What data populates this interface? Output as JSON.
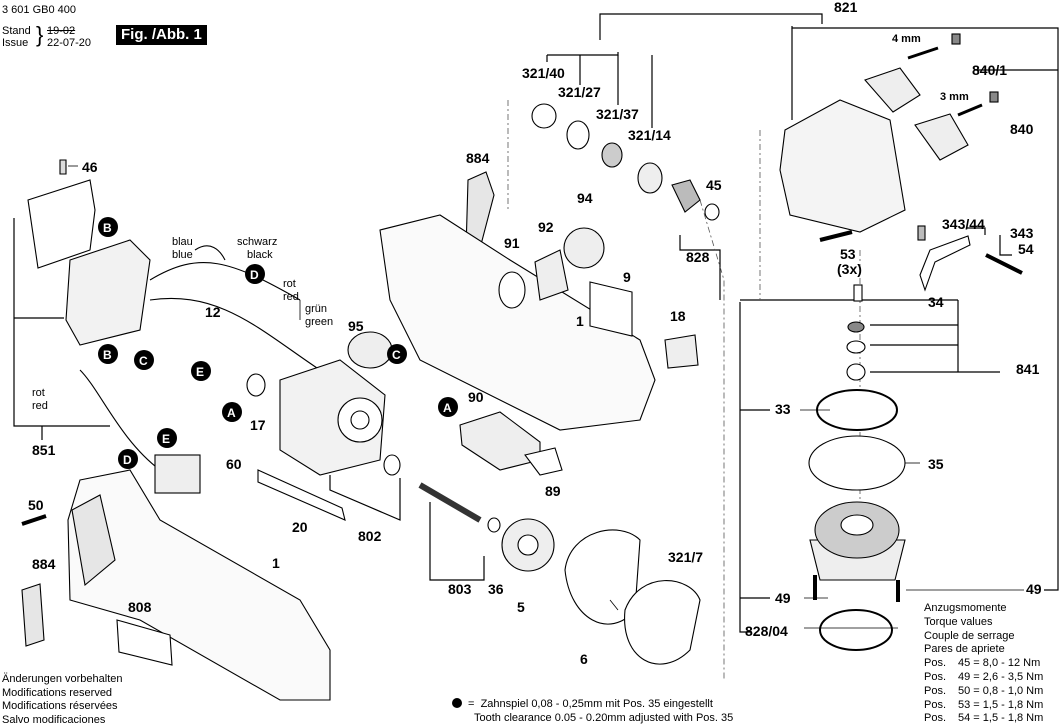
{
  "header": {
    "part_number": "3 601 GB0 400",
    "stand_label": "Stand",
    "issue_label": "Issue",
    "stand_value": "19-02",
    "issue_value": "22-07-20",
    "figure_label": "Fig. /Abb. 1"
  },
  "callouts": {
    "p46": "46",
    "p851": "851",
    "p12": "12",
    "p17": "17",
    "p60": "60",
    "p20": "20",
    "p802": "802",
    "p50": "50",
    "p884a": "884",
    "p884b": "884",
    "p808": "808",
    "p1a": "1",
    "p1b": "1",
    "p95": "95",
    "p90": "90",
    "p89": "89",
    "p803": "803",
    "p36": "36",
    "p5": "5",
    "p6": "6",
    "p321_7": "321/7",
    "p321_40": "321/40",
    "p321_27": "321/27",
    "p321_37": "321/37",
    "p321_14": "321/14",
    "p94": "94",
    "p92": "92",
    "p91": "91",
    "p9": "9",
    "p18": "18",
    "p45": "45",
    "p828": "828",
    "p821": "821",
    "p840_1": "840/1",
    "p840": "840",
    "p343_44": "343/44",
    "p343": "343",
    "p54": "54",
    "p53": "53",
    "p53_qty": "(3x)",
    "p34": "34",
    "p841": "841",
    "p33": "33",
    "p35": "35",
    "p49a": "49",
    "p49b": "49",
    "p828_04": "828/04"
  },
  "dimensions": {
    "pin_4mm": "4 mm",
    "pin_3mm": "3 mm"
  },
  "wire_labels": {
    "blau": "blau",
    "blue": "blue",
    "schwarz": "schwarz",
    "black": "black",
    "rot1": "rot",
    "red1": "red",
    "gruen": "grün",
    "green": "green",
    "rot2": "rot",
    "red2": "red"
  },
  "connectors": {
    "A1": "A",
    "A2": "A",
    "B1": "B",
    "B2": "B",
    "C1": "C",
    "C2": "C",
    "D1": "D",
    "D2": "D",
    "E1": "E",
    "E2": "E"
  },
  "footer_notice": [
    "Änderungen vorbehalten",
    "Modifications reserved",
    "Modifications réservées",
    "Salvo modificaciones"
  ],
  "note": {
    "symbol": "=",
    "line1": "Zahnspiel 0,08 - 0,25mm mit Pos. 35 eingestellt",
    "line2": "Tooth clearance 0.05 - 0.20mm adjusted with Pos. 35"
  },
  "torque": {
    "title_de": "Anzugsmomente",
    "title_en": "Torque values",
    "title_fr": "Couple de serrage",
    "title_es": "Pares de apriete",
    "rows": [
      {
        "pos": "Pos.",
        "value": "45 = 8,0 - 12  Nm"
      },
      {
        "pos": "Pos.",
        "value": "49 = 2,6 - 3,5 Nm"
      },
      {
        "pos": "Pos.",
        "value": "50 = 0,8 - 1,0 Nm"
      },
      {
        "pos": "Pos.",
        "value": "53 = 1,5 - 1,8 Nm"
      },
      {
        "pos": "Pos.",
        "value": "54 = 1,5 - 1,8 Nm"
      }
    ]
  }
}
